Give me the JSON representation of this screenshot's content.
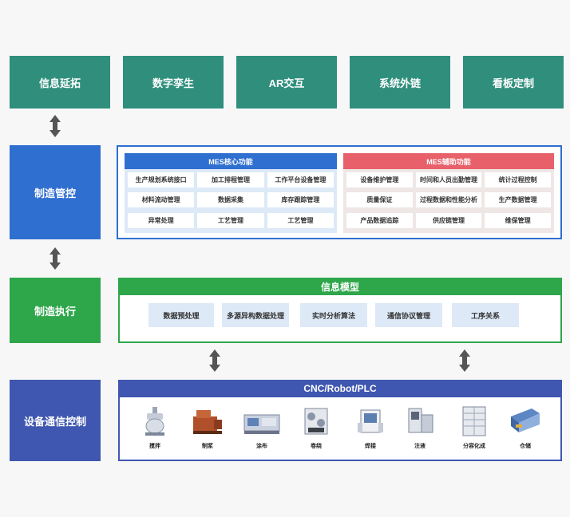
{
  "top_row": [
    "信息延拓",
    "数字孪生",
    "AR交互",
    "系统外链",
    "看板定制"
  ],
  "layers": {
    "control": "制造管控",
    "execution": "制造执行",
    "device": "设备通信控制"
  },
  "mes_core": {
    "title": "MES核心功能",
    "items": [
      "生产规划系统接口",
      "加工排程管理",
      "工作平台设备管理",
      "材料流动管理",
      "数据采集",
      "库存跟踪管理",
      "异常处理",
      "工艺管理",
      "工艺管理"
    ]
  },
  "mes_aux": {
    "title": "MES辅助功能",
    "items": [
      "设备维护管理",
      "时间和人员出勤管理",
      "统计过程控制",
      "质量保证",
      "过程数据和性能分析",
      "生产数据管理",
      "产品数据追踪",
      "供应链管理",
      "维保管理"
    ]
  },
  "info_model": {
    "title": "信息模型",
    "items": [
      "数据预处理",
      "多源异构数据处理",
      "实时分析算法",
      "通信协议管理",
      "工序关系"
    ]
  },
  "cnc": {
    "title": "CNC/Robot/PLC",
    "machines": [
      "搅拌",
      "制浆",
      "涂布",
      "卷绕",
      "焊接",
      "注液",
      "分容化成",
      "仓储"
    ]
  },
  "colors": {
    "teal": "#2f8f7c",
    "blue": "#2f6fd0",
    "green": "#2ea64a",
    "red": "#e8616a",
    "indigo": "#3f57b0"
  }
}
